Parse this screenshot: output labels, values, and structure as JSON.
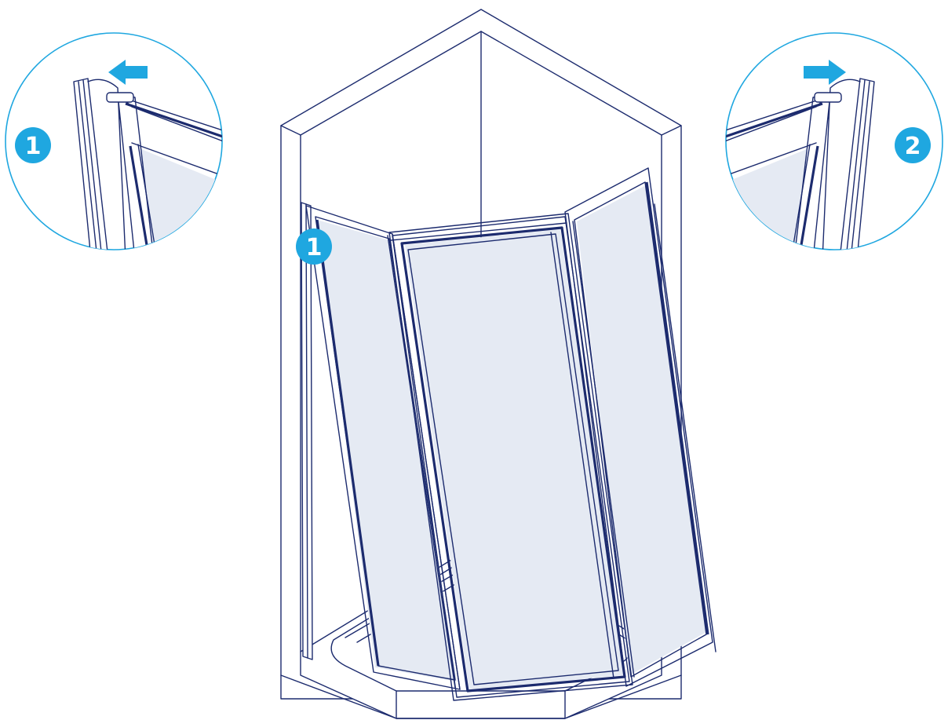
{
  "colors": {
    "line": "#1c2b6e",
    "accent": "#1fa7e0",
    "glass": "#e5eaf3",
    "background": "#ffffff"
  },
  "badges": {
    "main": "1",
    "detail_left": "1",
    "detail_right": "2"
  },
  "arrows": {
    "detail_left": "arrow-left",
    "detail_right": "arrow-right"
  }
}
